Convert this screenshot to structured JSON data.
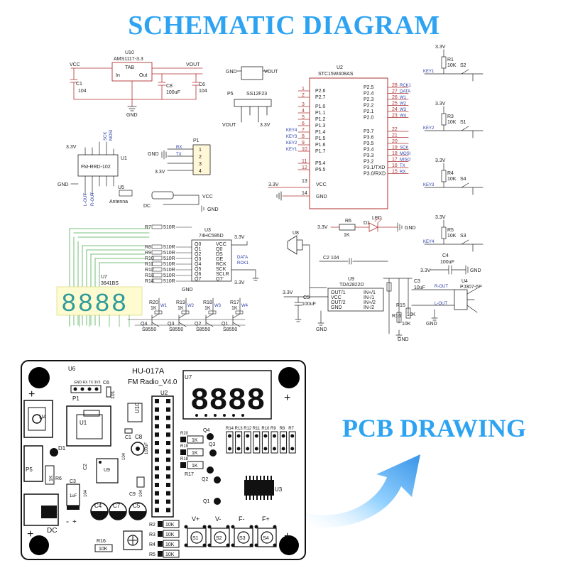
{
  "titles": {
    "schematic": "SCHEMATIC DIAGRAM",
    "pcb": "PCB DRAWING"
  },
  "colors": {
    "title": "#2ea3f2",
    "wire": "#b03030",
    "net": "#1a1a1a",
    "bus": "#4caf50",
    "display": "#2e9c9a",
    "arrow": "#3aa0f0",
    "pcb": "#111111"
  },
  "schematic": {
    "u10": {
      "ref": "U10",
      "part": "AMS1117-3.3",
      "tab": "TAB",
      "in": "In",
      "out": "Out",
      "vin": "VCC",
      "vout": "VOUT",
      "gnd": "GND"
    },
    "c1": {
      "ref": "C1",
      "val": "104"
    },
    "c8": {
      "ref": "C8",
      "val": "100uF"
    },
    "c6": {
      "ref": "C6",
      "val": "104"
    },
    "p5": {
      "ref": "P5",
      "part": "SS12F23",
      "vout": "VOUT",
      "v33": "3.3V",
      "gnd": "GND"
    },
    "u2": {
      "ref": "U2",
      "part": "STC15W408AS",
      "left_pins": [
        [
          "1",
          "P2.6"
        ],
        [
          "2",
          "P2.7"
        ],
        [
          "3",
          "P1.0"
        ],
        [
          "4",
          "P1.1"
        ],
        [
          "5",
          "P1.2"
        ],
        [
          "6",
          "P1.3"
        ],
        [
          "7",
          "P1.4"
        ],
        [
          "8",
          "P1.5"
        ],
        [
          "9",
          "P1.6"
        ],
        [
          "10",
          "P1.7"
        ],
        [
          "11",
          "P5.4"
        ],
        [
          "12",
          "P5.5"
        ]
      ],
      "right_pins": [
        [
          "28",
          "P2.5",
          "RCK1"
        ],
        [
          "27",
          "P2.4",
          "DATA"
        ],
        [
          "26",
          "P2.3",
          "W1"
        ],
        [
          "25",
          "P2.2",
          "W2"
        ],
        [
          "24",
          "P2.1",
          "W3"
        ],
        [
          "23",
          "P2.0",
          "W4"
        ],
        [
          "22",
          "P3.7",
          ""
        ],
        [
          "21",
          "P3.6",
          ""
        ],
        [
          "20",
          "P3.5",
          ""
        ],
        [
          "19",
          "P3.4",
          "SCK"
        ],
        [
          "18",
          "P3.3",
          "MOSI"
        ],
        [
          "17",
          "P3.2",
          "MISO"
        ],
        [
          "16",
          "P3.1/TXD",
          "TX"
        ],
        [
          "15",
          "P3.0/RXD",
          "RX"
        ]
      ],
      "key_labels": [
        "KEY4",
        "KEY3",
        "KEY2",
        "KEY1"
      ],
      "vcc": "VCC",
      "gnd": "GND",
      "vcc_pin": "13",
      "gnd_pin": "14",
      "v33": "3.3V"
    },
    "keys": [
      {
        "rref": "R1",
        "rval": "10K",
        "sref": "S2",
        "net": "KEY1",
        "v": "3.3V"
      },
      {
        "rref": "R3",
        "rval": "10K",
        "sref": "S1",
        "net": "KEY2",
        "v": "3.3V"
      },
      {
        "rref": "R4",
        "rval": "10K",
        "sref": "S4",
        "net": "KEY3",
        "v": "3.3V"
      },
      {
        "rref": "R5",
        "rval": "10K",
        "sref": "S3",
        "net": "KEY4",
        "v": "3.3V"
      }
    ],
    "u1": {
      "ref": "U1",
      "part": "FM-RRD-102",
      "antenna": "Antenna",
      "u5": "U5",
      "v33": "3.3V",
      "gnd": "GND",
      "nets": [
        "SCK",
        "MOSI",
        "L-OUT",
        "R-OUT"
      ]
    },
    "p1": {
      "ref": "P1",
      "gnd": "GND",
      "v33": "3.3V",
      "pins": [
        [
          "RX",
          "1"
        ],
        [
          "TX",
          "2"
        ],
        [
          "",
          "3"
        ],
        [
          "",
          "4"
        ]
      ]
    },
    "dc": {
      "label": "DC",
      "vcc": "VCC",
      "gnd": "GND"
    },
    "u3": {
      "ref": "U3",
      "part": "74HC595D",
      "left": [
        "Q0",
        "Q1",
        "Q2",
        "Q3",
        "Q4",
        "Q5",
        "Q6",
        "Q7"
      ],
      "right": [
        "VCC",
        "Q0",
        "DS",
        "OE",
        "RCK",
        "SCK",
        "SCLR",
        "Q7'"
      ],
      "v33": "3.3V",
      "gnd": "GND",
      "rck": "RCK1",
      "data": "DATA"
    },
    "rn": {
      "labels": [
        "R7",
        "R8",
        "R9",
        "R10",
        "R11",
        "R12",
        "R13",
        "R14"
      ],
      "val": "510R"
    },
    "u7": {
      "ref": "U7",
      "part": "3641BS",
      "digits": "8888"
    },
    "transistors": [
      {
        "q": "Q4",
        "type": "S8550",
        "r": "R20",
        "rv": "1K",
        "w": "W1"
      },
      {
        "q": "Q3",
        "type": "S8550",
        "r": "R19",
        "rv": "1K",
        "w": "W2"
      },
      {
        "q": "Q2",
        "type": "S8550",
        "r": "R18",
        "rv": "1K",
        "w": "W3"
      },
      {
        "q": "Q1",
        "type": "S8550",
        "r": "R17",
        "rv": "1K",
        "w": "W4"
      }
    ],
    "led": {
      "v33": "3.3V",
      "rref": "R6",
      "rval": "1K",
      "dref": "D1",
      "label": "LED",
      "gnd": "GND"
    },
    "amp": {
      "speaker": "U8",
      "c2": "C2 104",
      "c4": "C4",
      "c4v": "100uF",
      "v33": "3.3V",
      "gnd": "GND",
      "ref": "U9",
      "part": "TDA2822D",
      "left": [
        "OUT/1",
        "VCC",
        "OUT/2",
        "GND"
      ],
      "right": [
        "IN+/1",
        "IN-/1",
        "IN+/2",
        "IN-/2"
      ],
      "c3": "C3",
      "c3v": "10uF",
      "c5": "C5",
      "c5v": "100uF",
      "r15": "R15",
      "r15v": "10K",
      "r16": "R16",
      "r16v": "10K",
      "jack": "U4",
      "jack_part": "PJ307-5P",
      "rout": "R-OUT",
      "lout": "L-OUT"
    }
  },
  "pcb": {
    "board": "HU-017A",
    "model": "FM Radio_V4.0",
    "labels": {
      "u6": "U6",
      "p1": "P1",
      "p1pins": "GND RX TX 3V3",
      "c6": "C6",
      "c6v": "101",
      "u2": "U2",
      "u7": "U7",
      "u4": "U4",
      "u1": "U1",
      "u10": "U10",
      "c1": "C1",
      "c8": "C8",
      "c8v": "100uF",
      "c8b": "104",
      "d1": "D1",
      "p5": "P5",
      "r6": "R6",
      "r6v": "1K",
      "c2": "C2",
      "c2v": "104",
      "u9": "U9",
      "c3": "C3",
      "c3v": "1uF",
      "c9": "C9",
      "c9v": "104",
      "c4": "C4",
      "c7": "C7",
      "c5": "C5",
      "minus": "-",
      "plus": "+",
      "dc": "DC",
      "r16": "R16",
      "r16v": "10K",
      "u3": "U3",
      "q1": "Q1",
      "q2": "Q2",
      "q3": "Q3",
      "q4": "Q4",
      "r17": "R17"
    },
    "row_resistors": [
      "R14",
      "R13",
      "R12",
      "R11",
      "R10",
      "R9",
      "R8",
      "R7"
    ],
    "left_resistors": [
      {
        "ref": "R20",
        "v": "1K"
      },
      {
        "ref": "R19",
        "v": "1K"
      },
      {
        "ref": "R18",
        "v": "1K"
      }
    ],
    "bottom_resistors": [
      {
        "ref": "R2",
        "v": "10K"
      },
      {
        "ref": "R3",
        "v": "10K"
      },
      {
        "ref": "R4",
        "v": "10K"
      },
      {
        "ref": "R5",
        "v": "10K"
      }
    ],
    "buttons": [
      {
        "top": "V+",
        "btn": "S1"
      },
      {
        "top": "V-",
        "btn": "S2"
      },
      {
        "top": "F-",
        "btn": "S3"
      },
      {
        "top": "F+",
        "btn": "S4"
      }
    ],
    "display_digits": "8888"
  }
}
